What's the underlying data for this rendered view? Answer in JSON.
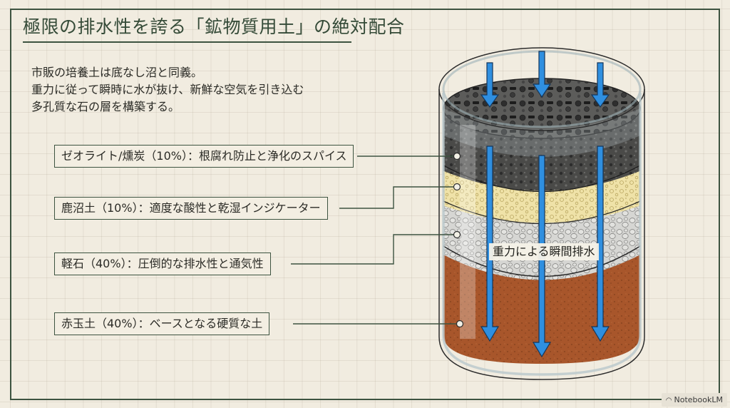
{
  "title": "極限の排水性を誇る「鉱物質用土」の絶対配合",
  "intro": {
    "lines": [
      "市販の培養土は底なし沼と同義。",
      "重力に従って瞬時に水が抜け、新鮮な空気を引き込む",
      "多孔質な石の層を構築する。"
    ]
  },
  "layers": [
    {
      "label": "ゼオライト/燻炭（10%）：根腐れ防止と浄化のスパイス",
      "name": "ゼオライト/燻炭",
      "percent": 10,
      "role": "根腐れ防止と浄化のスパイス",
      "color": "#3b3b3b"
    },
    {
      "label": "鹿沼土（10%）：適度な酸性と乾湿インジケーター",
      "name": "鹿沼土",
      "percent": 10,
      "role": "適度な酸性と乾湿インジケーター",
      "color": "#efe2a8"
    },
    {
      "label": "軽石（40%）：圧倒的な排水性と通気性",
      "name": "軽石",
      "percent": 40,
      "role": "圧倒的な排水性と通気性",
      "color": "#d4d4d2"
    },
    {
      "label": "赤玉土（40%）：ベースとなる硬質な土",
      "name": "赤玉土",
      "percent": 40,
      "role": "ベースとなる硬質な土",
      "color": "#a9552a"
    }
  ],
  "flow_label": "重力による瞬間排水",
  "colors": {
    "frame": "#3d5340",
    "arrow": "#2f8fe0",
    "background": "#f1ece0"
  },
  "watermark": {
    "icon": "notebooklm-icon",
    "text": "NotebookLM"
  }
}
